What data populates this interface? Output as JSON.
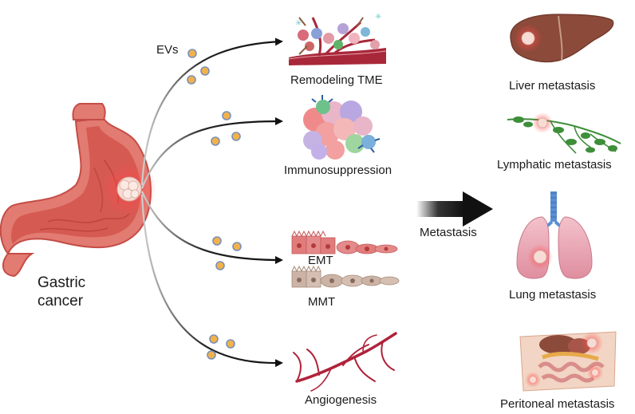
{
  "source": {
    "title_line1": "Gastric",
    "title_line2": "cancer"
  },
  "evs_label": "EVs",
  "metastasis_label": "Metastasis",
  "effects": [
    {
      "id": "tme",
      "label": "Remodeling TME"
    },
    {
      "id": "immuno",
      "label": "Immunosuppression"
    },
    {
      "id": "emt",
      "label": "EMT"
    },
    {
      "id": "mmt",
      "label": "MMT"
    },
    {
      "id": "angio",
      "label": "Angiogenesis"
    }
  ],
  "outcomes": [
    {
      "id": "liver",
      "label": "Liver metastasis"
    },
    {
      "id": "lymph",
      "label": "Lymphatic metastasis"
    },
    {
      "id": "lung",
      "label": "Lung metastasis"
    },
    {
      "id": "peri",
      "label": "Peritoneal metastasis"
    }
  ],
  "colors": {
    "stomach": "#d9655c",
    "stomach_dark": "#b8443d",
    "tumor_glow": "#ff3b3b",
    "ev_fill": "#f2b24a",
    "ev_ring": "#7a8fb8",
    "arrow": "#111111",
    "vessel": "#b0223a",
    "liver": "#8b4a3a",
    "lymph": "#3e8e3a",
    "lung": "#e6a3b0",
    "trachea": "#5a8fd1"
  },
  "icons": [
    "stomach-icon",
    "tumor-icon",
    "ev-particle-icon",
    "tme-icon",
    "immune-cells-icon",
    "epithelial-cells-icon",
    "mesothelial-cells-icon",
    "blood-vessel-icon",
    "liver-icon",
    "lymph-node-icon",
    "lung-icon",
    "peritoneum-icon",
    "big-arrow-icon"
  ]
}
